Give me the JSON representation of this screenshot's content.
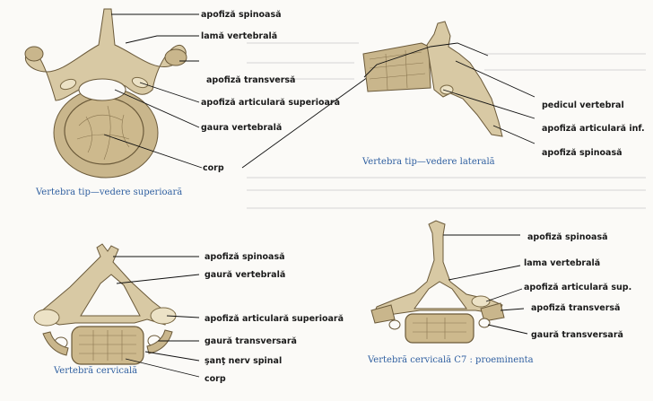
{
  "figures": [
    {
      "caption": "Vertebra tip—vedere superioară",
      "labels": [
        "apofiză spinoasă",
        "lamă vertebrală",
        "apofiză transversă",
        "apofiză articulară superioară",
        "gaura vertebrală",
        "corp"
      ]
    },
    {
      "caption": "Vertebra tip—vedere laterală",
      "labels": [
        "pedicul vertebral",
        "apofiză articulară inf.",
        "apofiză spinoasă"
      ]
    },
    {
      "caption": "Vertebră cervicală",
      "labels": [
        "apofiză spinoasă",
        "gaură vertebrală",
        "apofiză articulară superioară",
        "gaură transversară",
        "şanţ nerv spinal",
        "corp"
      ]
    },
    {
      "caption": "Vertebră cervicală   C7 : proeminenta",
      "labels": [
        "apofiză spinoasă",
        "lama vertebrală",
        "apofiză articulară sup.",
        "apofiză transversă",
        "gaură transversară"
      ]
    }
  ],
  "colors": {
    "bone": "#d8c9a4",
    "bone_outline": "#6b5a3a",
    "caption": "#2f5fa0",
    "label": "#1a1a1a"
  }
}
